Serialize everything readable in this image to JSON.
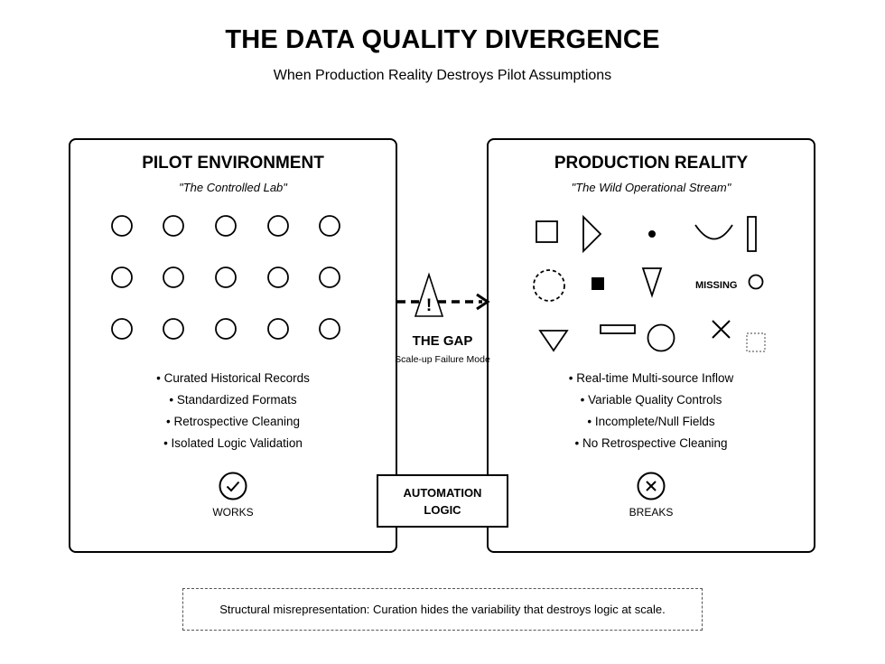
{
  "header": {
    "title": "THE DATA QUALITY DIVERGENCE",
    "subtitle": "When Production Reality Destroys Pilot Assumptions"
  },
  "pilot": {
    "title": "PILOT ENVIRONMENT",
    "subtitle": "\"The Controlled Lab\"",
    "bullets": [
      "• Curated Historical Records",
      "• Standardized Formats",
      "• Retrospective Cleaning",
      "• Isolated Logic Validation"
    ],
    "status_icon": "check-circle-icon",
    "status_label": "WORKS"
  },
  "production": {
    "title": "PRODUCTION REALITY",
    "subtitle": "\"The Wild Operational Stream\"",
    "missing_label": "MISSING",
    "bullets": [
      "• Real-time Multi-source Inflow",
      "• Variable Quality Controls",
      "• Incomplete/Null Fields",
      "• No Retrospective Cleaning"
    ],
    "status_icon": "x-circle-icon",
    "status_label": "BREAKS"
  },
  "gap": {
    "label": "THE GAP",
    "sublabel": "Scale-up Failure Mode",
    "warning_glyph": "!",
    "icon": "warning-triangle-icon"
  },
  "automation": {
    "line1": "AUTOMATION",
    "line2": "LOGIC"
  },
  "footer": {
    "text": "Structural misrepresentation: Curation hides the variability that destroys logic at scale."
  }
}
